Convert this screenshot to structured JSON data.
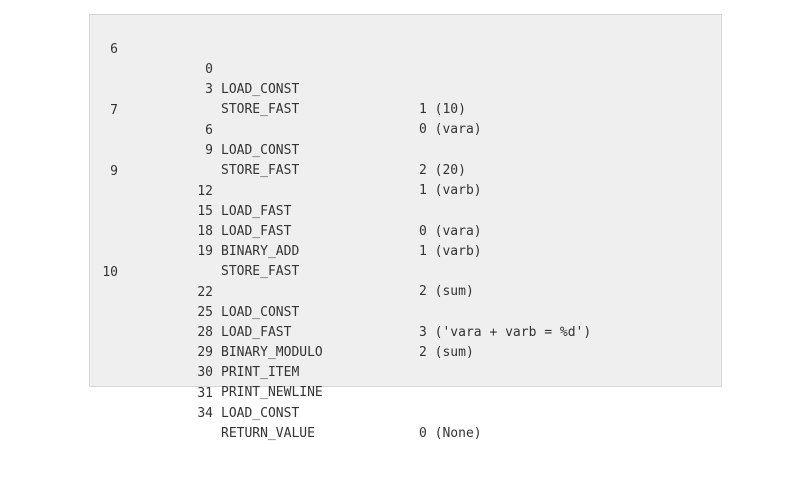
{
  "instructions": [
    {
      "lineno": "6",
      "offset": "0",
      "opname": "LOAD_CONST",
      "arg": "1 (10)"
    },
    {
      "lineno": "",
      "offset": "3",
      "opname": "STORE_FAST",
      "arg": "0 (vara)"
    },
    {
      "lineno": "7",
      "offset": "6",
      "opname": "LOAD_CONST",
      "arg": "2 (20)"
    },
    {
      "lineno": "",
      "offset": "9",
      "opname": "STORE_FAST",
      "arg": "1 (varb)"
    },
    {
      "lineno": "9",
      "offset": "12",
      "opname": "LOAD_FAST",
      "arg": "0 (vara)"
    },
    {
      "lineno": "",
      "offset": "15",
      "opname": "LOAD_FAST",
      "arg": "1 (varb)"
    },
    {
      "lineno": "",
      "offset": "18",
      "opname": "BINARY_ADD",
      "arg": ""
    },
    {
      "lineno": "",
      "offset": "19",
      "opname": "STORE_FAST",
      "arg": "2 (sum)"
    },
    {
      "lineno": "10",
      "offset": "22",
      "opname": "LOAD_CONST",
      "arg": "3 ('vara + varb = %d')"
    },
    {
      "lineno": "",
      "offset": "25",
      "opname": "LOAD_FAST",
      "arg": "2 (sum)"
    },
    {
      "lineno": "",
      "offset": "28",
      "opname": "BINARY_MODULO",
      "arg": ""
    },
    {
      "lineno": "",
      "offset": "29",
      "opname": "PRINT_ITEM",
      "arg": ""
    },
    {
      "lineno": "",
      "offset": "30",
      "opname": "PRINT_NEWLINE",
      "arg": ""
    },
    {
      "lineno": "",
      "offset": "31",
      "opname": "LOAD_CONST",
      "arg": "0 (None)"
    },
    {
      "lineno": "",
      "offset": "34",
      "opname": "RETURN_VALUE",
      "arg": ""
    }
  ]
}
